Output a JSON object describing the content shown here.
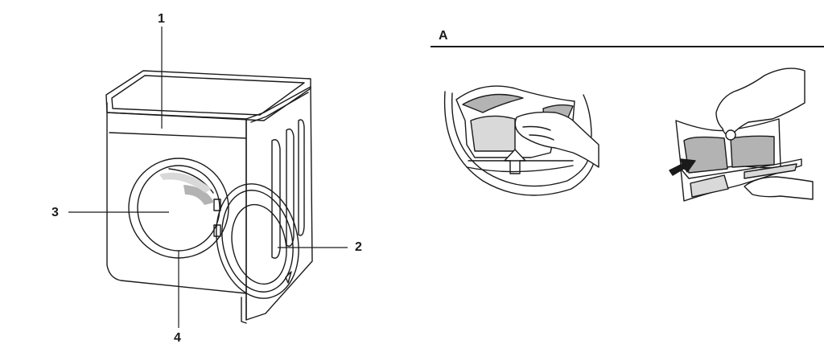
{
  "diagram": {
    "callouts": [
      {
        "id": "top-panel",
        "number": "1"
      },
      {
        "id": "door",
        "number": "2"
      },
      {
        "id": "drum",
        "number": "3"
      },
      {
        "id": "door-seal",
        "number": "4"
      }
    ]
  },
  "filter_section": {
    "title": "A"
  },
  "colors": {
    "line": "#1a1a1a",
    "light_shade": "#d9d9d9",
    "mid_shade": "#b3b3b3"
  },
  "icons": {
    "arrow_up": "arrow-up-icon",
    "arrow_right": "arrow-right-icon",
    "hand": "hand-icon"
  }
}
